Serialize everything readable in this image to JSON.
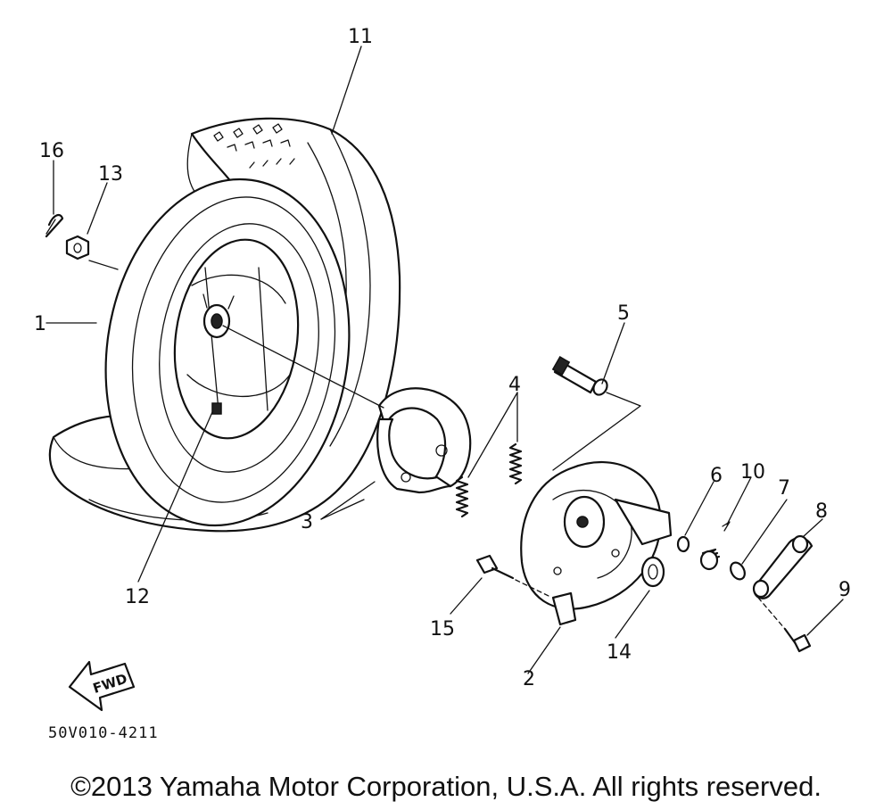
{
  "callouts": {
    "p1": "1",
    "p2": "2",
    "p3": "3",
    "p4": "4",
    "p5": "5",
    "p6": "6",
    "p7": "7",
    "p8": "8",
    "p9": "9",
    "p10": "10",
    "p11": "11",
    "p12": "12",
    "p13": "13",
    "p14": "14",
    "p15": "15",
    "p16": "16"
  },
  "fwd_label": "FWD",
  "diagram_code": "50V010-4211",
  "copyright": "©2013 Yamaha Motor Corporation, U.S.A. All rights reserved."
}
